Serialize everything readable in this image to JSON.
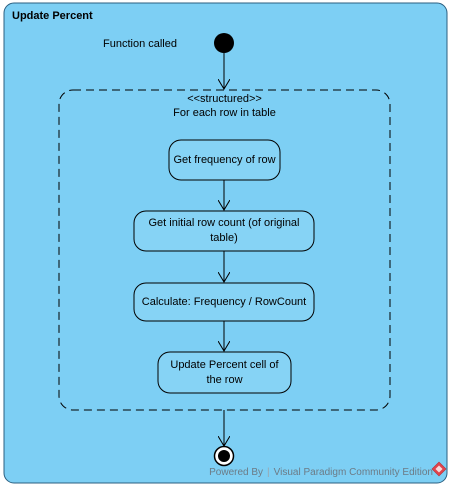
{
  "diagram": {
    "title": "Update Percent",
    "initial_node_label": "Function called",
    "region": {
      "stereotype": "<<structured>>",
      "name": "For each row in table"
    },
    "actions": [
      "Get frequency of row",
      "Get initial row count (of original table)",
      "Calculate: Frequency / RowCount",
      "Update Percent cell of the row"
    ]
  },
  "watermark": {
    "prefix": "Powered By",
    "product": "Visual Paradigm Community Edition"
  },
  "colors": {
    "frame_fill": "#7dcff4",
    "node_fill": "#86d3f5",
    "stroke": "#000000"
  }
}
